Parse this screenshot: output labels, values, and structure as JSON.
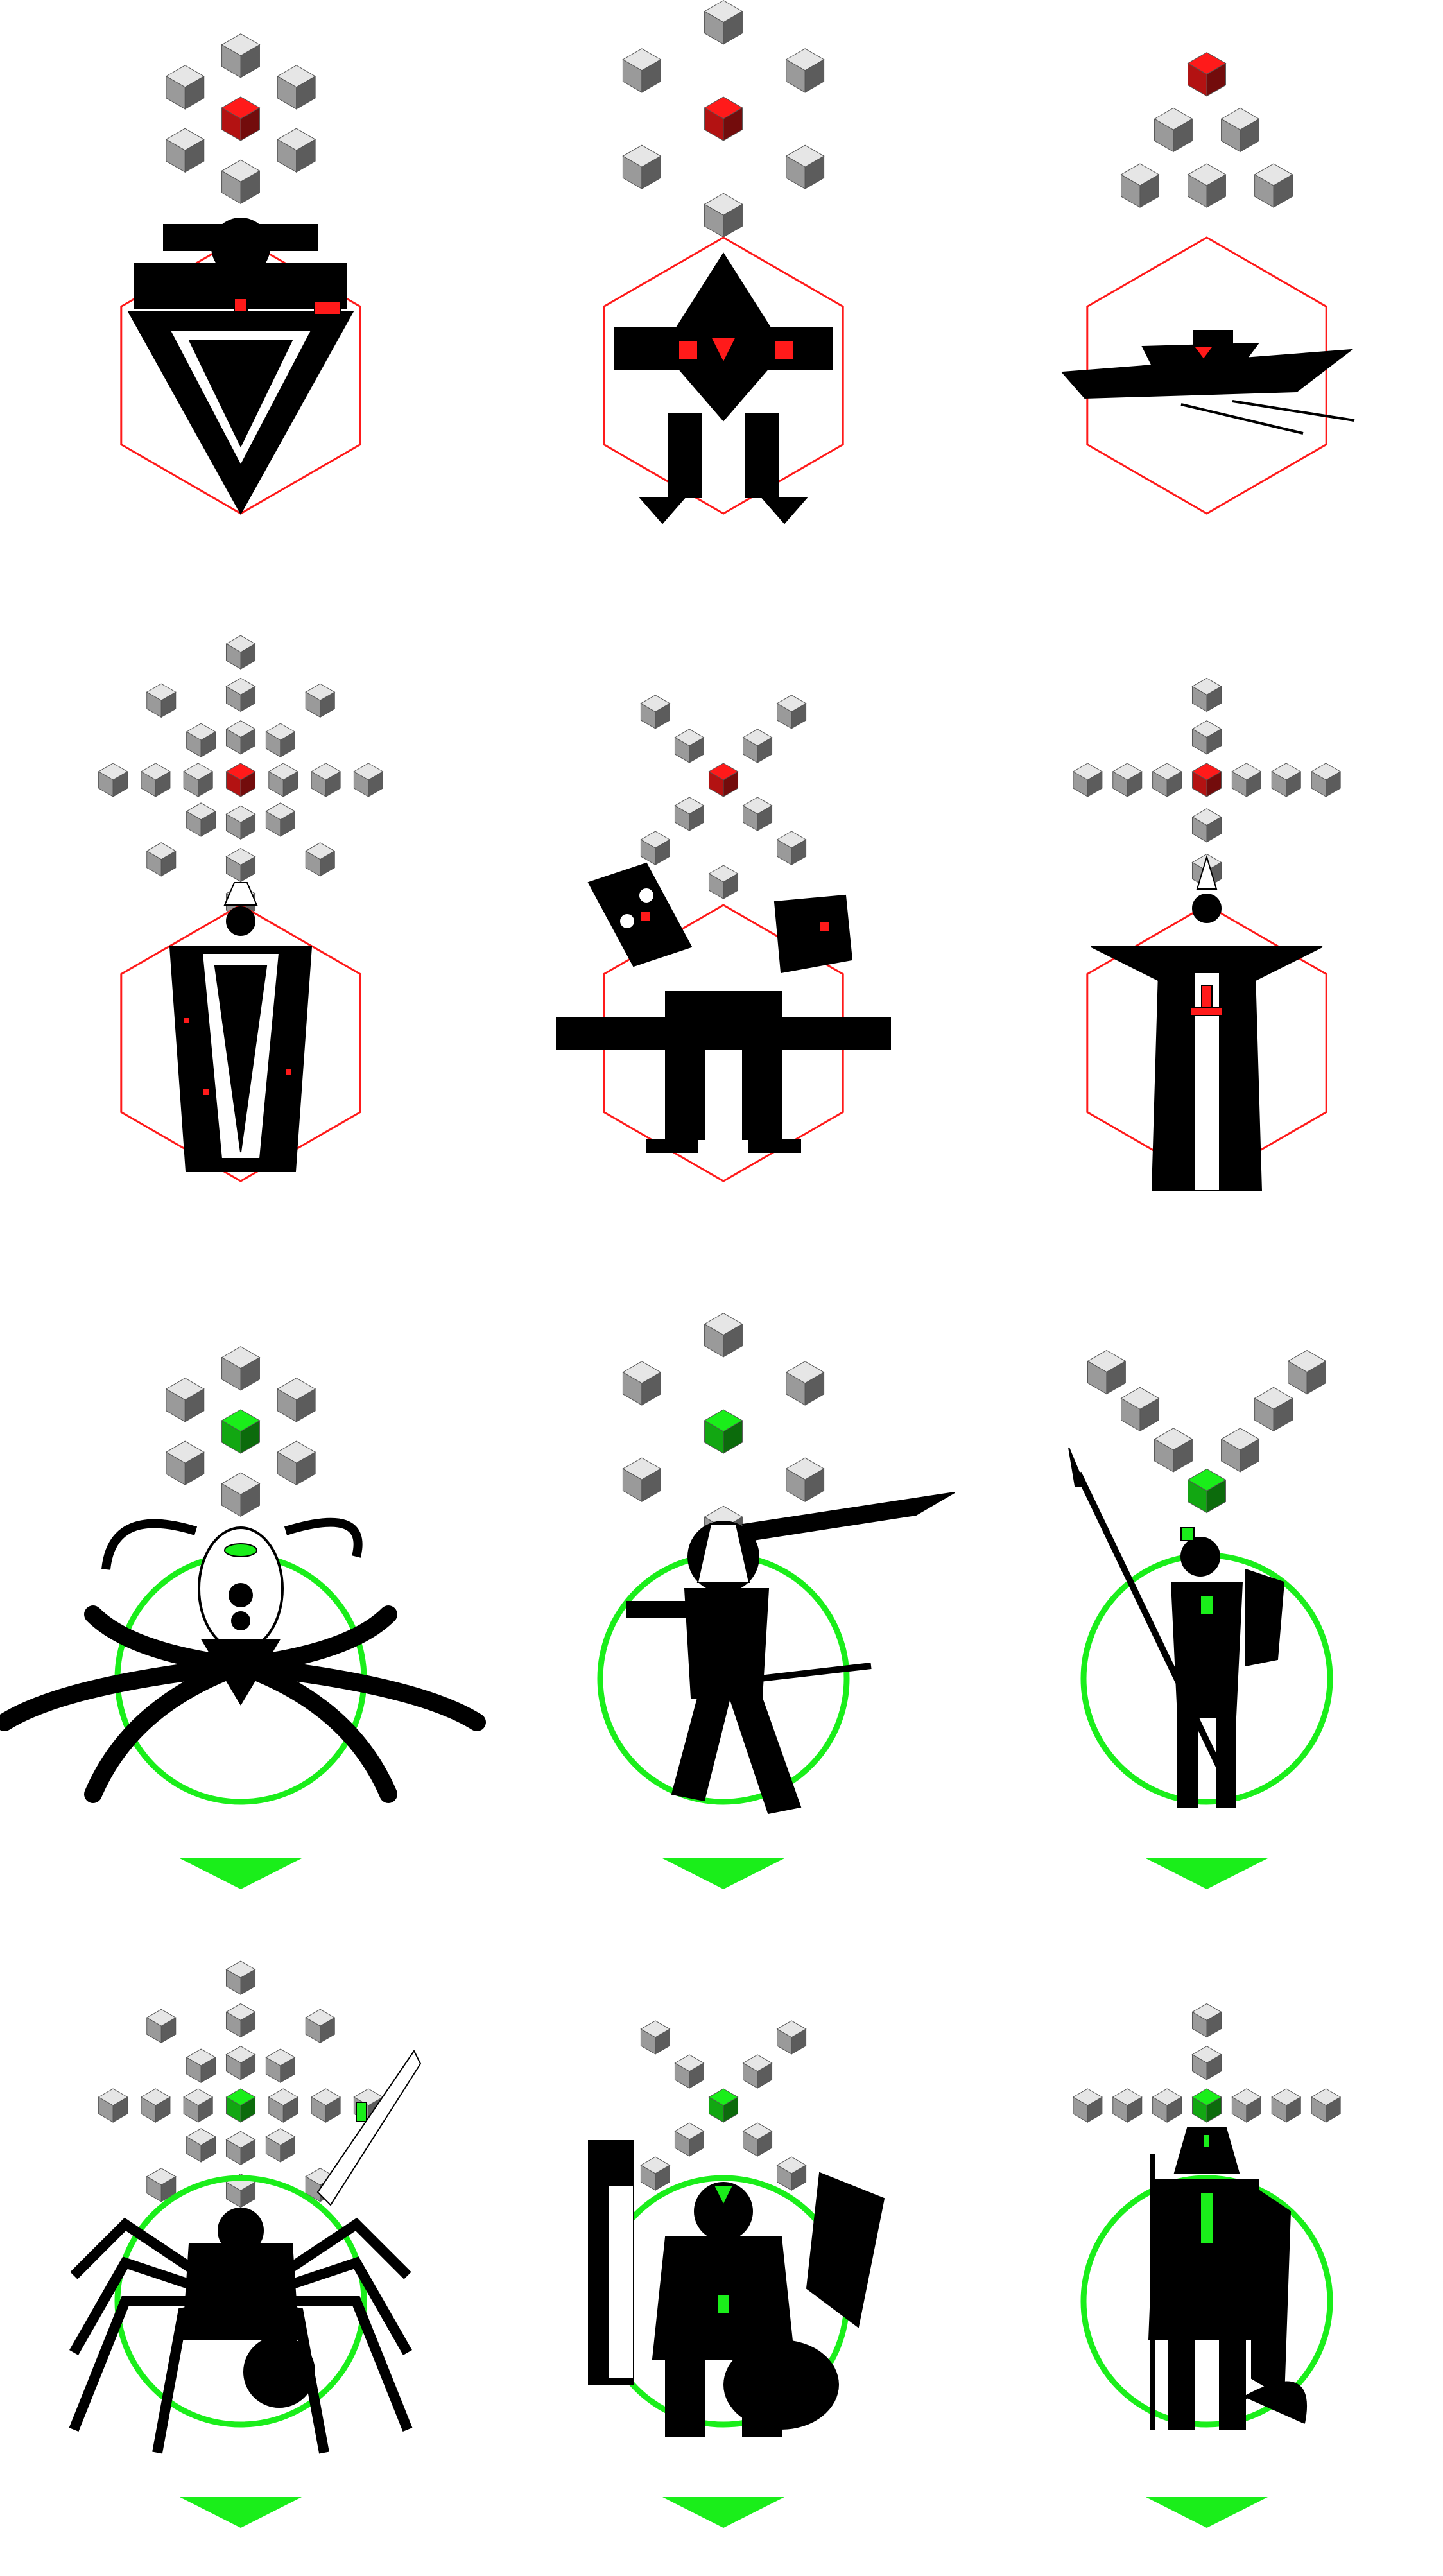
{
  "sheet": {
    "background": "#ffffff",
    "line_color": "#000000",
    "red_faction_color": "#ff1a1a",
    "green_faction_color": "#1aee1a"
  },
  "cards": [
    {
      "id": "red-warlord-throne",
      "faction": "red",
      "frame": "hexagon",
      "cube_pattern": "flower-7",
      "figure": "warlord-on-throne-icon",
      "pointer": false
    },
    {
      "id": "red-walker-mech",
      "faction": "red",
      "frame": "hexagon",
      "cube_pattern": "ring-7",
      "figure": "walker-mech-icon",
      "pointer": false
    },
    {
      "id": "red-hover-craft",
      "faction": "red",
      "frame": "hexagon",
      "cube_pattern": "pyramid-6",
      "figure": "hover-craft-icon",
      "pointer": false
    },
    {
      "id": "red-robed-sorcerer",
      "faction": "red",
      "frame": "hexagon",
      "cube_pattern": "snowflake",
      "figure": "robed-sorcerer-icon",
      "pointer": false
    },
    {
      "id": "red-artillery-mech",
      "faction": "red",
      "frame": "hexagon",
      "cube_pattern": "x-cross",
      "figure": "artillery-mech-icon",
      "pointer": false
    },
    {
      "id": "red-high-priest",
      "faction": "red",
      "frame": "hexagon",
      "cube_pattern": "line-cross",
      "figure": "high-priest-icon",
      "pointer": false
    },
    {
      "id": "green-octopus-beast",
      "faction": "green",
      "frame": "circle",
      "cube_pattern": "flower-7",
      "figure": "octopus-beast-icon",
      "pointer": true
    },
    {
      "id": "green-lion-swordsman",
      "faction": "green",
      "frame": "circle",
      "cube_pattern": "ring-7",
      "figure": "lion-swordsman-icon",
      "pointer": true
    },
    {
      "id": "green-goat-spearman",
      "faction": "green",
      "frame": "circle",
      "cube_pattern": "v-shape",
      "figure": "goat-spearman-icon",
      "pointer": true
    },
    {
      "id": "green-spider-mech",
      "faction": "green",
      "frame": "circle",
      "cube_pattern": "snowflake",
      "figure": "spider-mech-icon",
      "pointer": true
    },
    {
      "id": "green-armored-beast",
      "faction": "green",
      "frame": "circle",
      "cube_pattern": "x-cross",
      "figure": "armored-beast-icon",
      "pointer": true
    },
    {
      "id": "green-wolf-knight",
      "faction": "green",
      "frame": "circle",
      "cube_pattern": "line-cross",
      "figure": "wolf-knight-icon",
      "pointer": true
    }
  ]
}
